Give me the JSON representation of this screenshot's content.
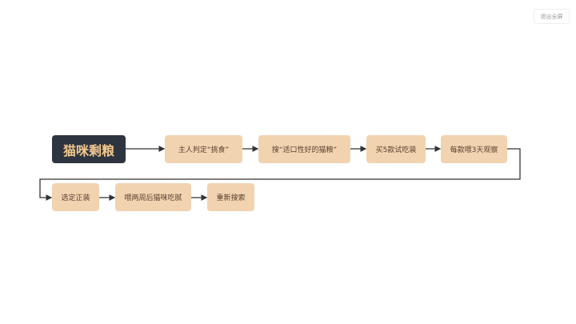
{
  "toolbar": {
    "exit_fullscreen": "退出全屏"
  },
  "diagram": {
    "root": "猫咪剩粮",
    "steps": [
      "主人判定“挑食”",
      "搜“适口性好的猫粮”",
      "买5款试吃装",
      "每款喂3天观察",
      "选定正装",
      "喂两周后猫咪吃腻",
      "重新搜索"
    ]
  }
}
